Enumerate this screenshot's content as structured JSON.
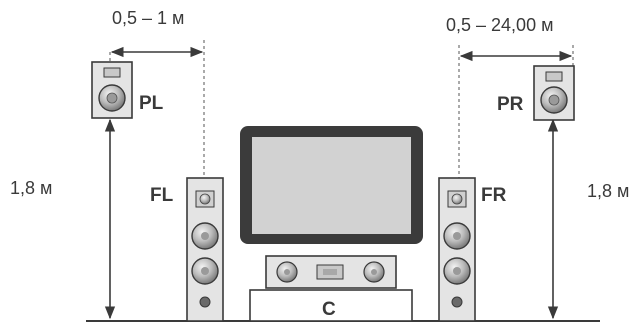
{
  "diagram": {
    "dims": {
      "left_distance": "0,5 – 1 м",
      "right_distance": "0,5 – 24,00 м",
      "left_height": "1,8 м",
      "right_height": "1,8 м"
    },
    "speakers": {
      "pl": "PL",
      "pr": "PR",
      "fl": "FL",
      "fr": "FR",
      "c": "C"
    },
    "colors": {
      "ink": "#3a3a3a",
      "speaker_fill": "#e4e4e4",
      "driver_fill": "#b0b0b0",
      "screen_fill": "#d2d2d2",
      "tv_frame": "#3b3b3b"
    }
  }
}
